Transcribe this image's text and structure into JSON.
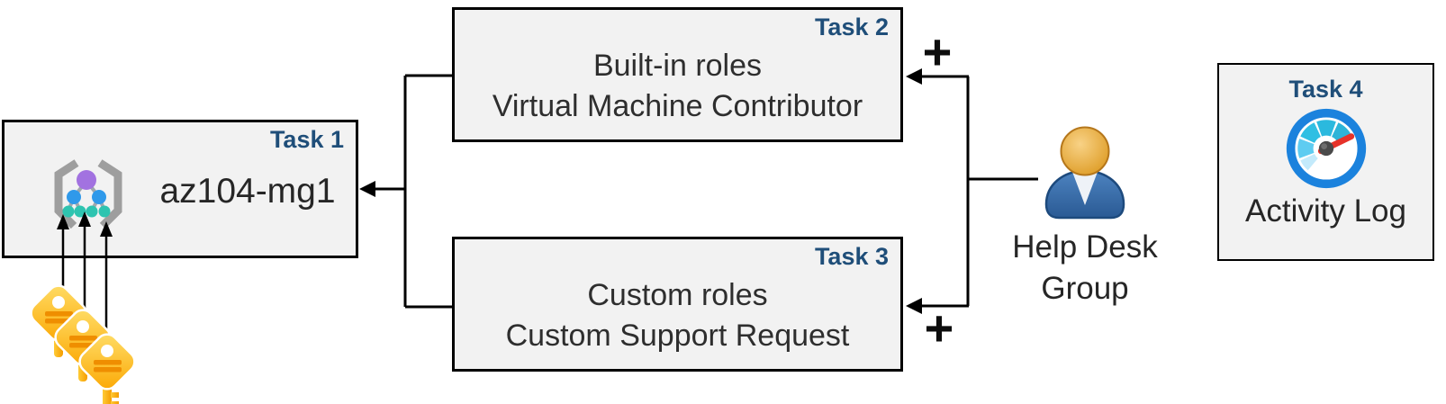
{
  "colors": {
    "background": "#ffffff",
    "box_fill": "#f2f2f2",
    "box_border": "#000000",
    "task_label_blue": "#1f4e79",
    "body_text": "#2e2e2e",
    "connector_black": "#000000",
    "key_gold": "#fcb000",
    "key_stripe_orange": "#ef8e00",
    "person_body_blue": "#31639c",
    "person_head_orange": "#e8a12f",
    "gauge_ring_blue": "#1b82dd",
    "gauge_needle_red": "#e63229",
    "mg_root_purple": "#a272e0",
    "mg_node_blue": "#2f99ea",
    "mg_leaf_teal": "#2ec4b0",
    "mg_bracket_gray": "#9e9e9e"
  },
  "boxes": {
    "task1": {
      "label": "Task 1",
      "title": "az104-mg1",
      "icon": "management-group-icon"
    },
    "task2": {
      "label": "Task 2",
      "line1": "Built-in roles",
      "line2": "Virtual Machine Contributor"
    },
    "task3": {
      "label": "Task 3",
      "line1": "Custom roles",
      "line2": "Custom Support Request"
    },
    "task4": {
      "label": "Task 4",
      "caption": "Activity Log",
      "icon": "gauge-icon"
    }
  },
  "help_desk_group": {
    "line1": "Help Desk",
    "line2": "Group",
    "icon": "user-icon"
  },
  "annotations": {
    "plus_top": "+",
    "plus_bottom": "+"
  },
  "keys": {
    "icon": "keys-icon",
    "count": 3
  }
}
